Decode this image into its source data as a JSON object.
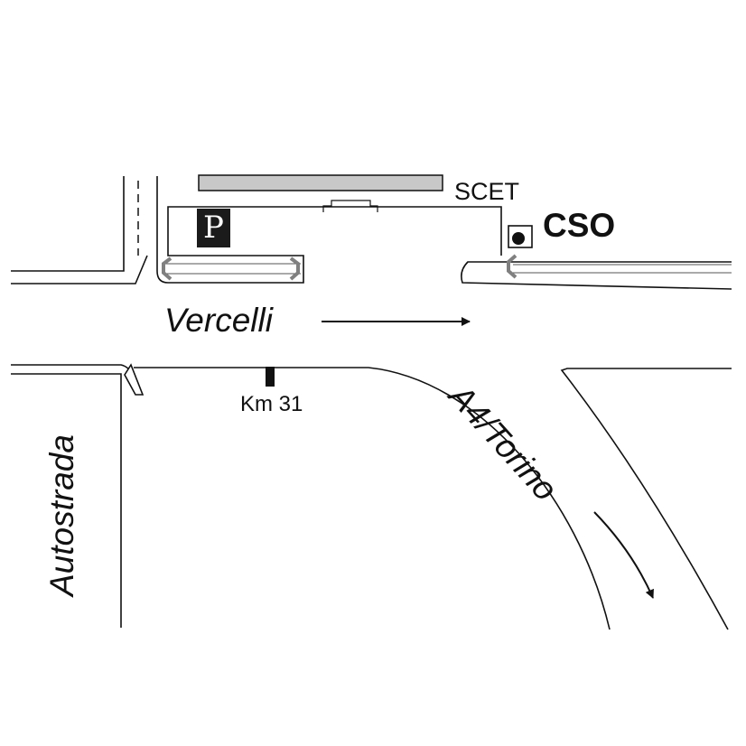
{
  "labels": {
    "scet": "SCET",
    "cso": "CSO",
    "street": "Vercelli",
    "km_marker": "Km 31",
    "highway": "Autostrada",
    "exit": "A4/Torino",
    "parking": "P"
  },
  "icons": {
    "parking": "parking-sign-icon",
    "cso_marker": "location-dot-icon",
    "direction_arrow": "arrow-right-icon",
    "exit_arrow": "arrow-down-right-icon"
  },
  "colors": {
    "line": "#111111",
    "building": "#c8c8c8",
    "parking_bg": "#1b1b1b",
    "bracket": "#808080"
  }
}
